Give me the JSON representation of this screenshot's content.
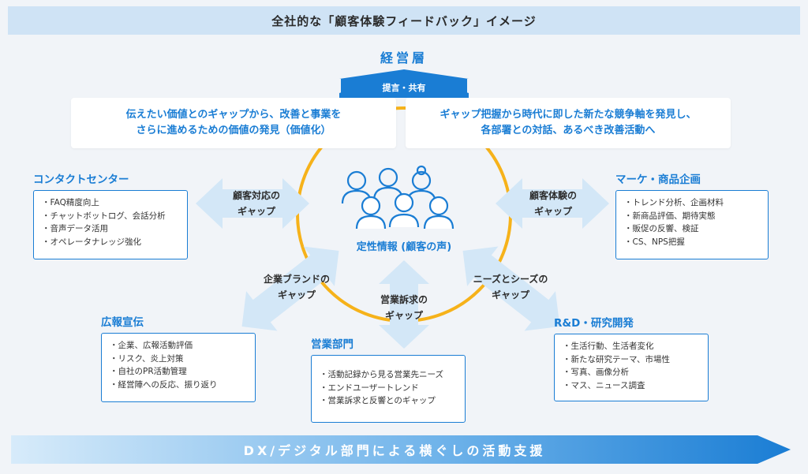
{
  "title": "全社的な「顧客体験フィードバック」イメージ",
  "management": {
    "label": "経営層",
    "arrow_label": "提言・共有"
  },
  "callouts": {
    "left": "伝えたい価値とのギャップから、改善と事業を\nさらに進めるための価値の発見（価値化）",
    "right": "ギャップ把握から時代に即した新たな競争軸を発見し、\n各部署との対話、あるべき改善活動へ"
  },
  "center": {
    "label": "定性情報 (顧客の声)"
  },
  "gaps": {
    "left": "顧客対応の\nギャップ",
    "right": "顧客体験の\nギャップ",
    "lower_left": "企業ブランドの\nギャップ",
    "bottom": "営業訴求の\nギャップ",
    "lower_right": "ニーズとシーズの\nギャップ"
  },
  "departments": {
    "contact_center": {
      "title": "コンタクトセンター",
      "items": [
        "・FAQ精度向上",
        "・チャットボットログ、会話分析",
        "・音声データ活用",
        "・オペレータナレッジ強化"
      ]
    },
    "marketing": {
      "title": "マーケ・商品企画",
      "items": [
        "・トレンド分析、企画材料",
        "・新商品評価、期待実態",
        "・販促の反響、検証",
        "・CS、NPS把握"
      ]
    },
    "pr": {
      "title": "広報宣伝",
      "items": [
        "・企業、広報活動評価",
        "・リスク、炎上対策",
        "・自社のPR活動管理",
        "・経営陣への反応、振り返り"
      ]
    },
    "sales": {
      "title": "営業部門",
      "items": [
        "・活動記録から見る営業先ニーズ",
        "・エンドユーザートレンド",
        "・営業訴求と反響とのギャップ"
      ]
    },
    "rnd": {
      "title": "R&D・研究開発",
      "items": [
        "・生活行動、生活者変化",
        "・新たな研究テーマ、市場性",
        "・写真、画像分析",
        "・マス、ニュース調査"
      ]
    }
  },
  "dx_banner": "DX/デジタル部門による横ぐしの活動支援",
  "colors": {
    "accent": "#1a7dd4",
    "circle": "#f6b21a",
    "arrow_fill": "#d3e7f7",
    "title_bar": "#cfe3f5",
    "banner_dark": "#2a8bdc",
    "banner_light": "#d7ebfa"
  }
}
